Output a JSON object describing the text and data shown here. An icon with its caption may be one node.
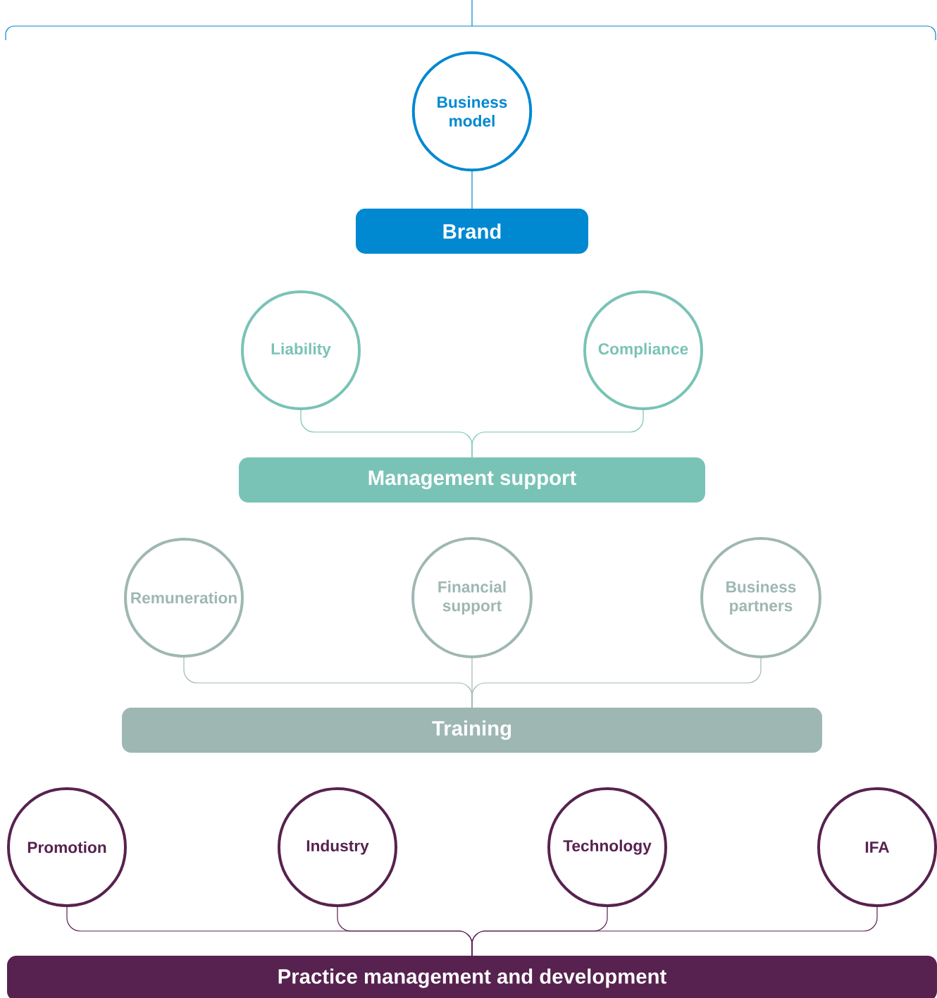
{
  "diagram": {
    "nodes": [
      {
        "text": [
          "Business model"
        ]
      },
      {
        "text": [
          "Brand"
        ]
      },
      {
        "text": [
          "Liability"
        ]
      },
      {
        "text": [
          "Compliance"
        ]
      },
      {
        "text": [
          "Management support"
        ]
      },
      {
        "text": [
          "Remuneration"
        ]
      },
      {
        "text": [
          "Financial support"
        ]
      },
      {
        "text": [
          "Business partners"
        ]
      },
      {
        "text": [
          "Training"
        ]
      },
      {
        "text": [
          "Promotion"
        ]
      },
      {
        "text": [
          "Industry"
        ]
      },
      {
        "text": [
          "Technology"
        ]
      },
      {
        "text": [
          "IFA"
        ]
      },
      {
        "text": [
          "Practice management and development"
        ]
      }
    ],
    "edges": [
      {
        "from": 0,
        "to": 1,
        "arrow": "none",
        "color": "#0088d1"
      },
      {
        "from": 2,
        "to": 4,
        "arrow": "none",
        "color": "#79c3b6"
      },
      {
        "from": 3,
        "to": 4,
        "arrow": "none",
        "color": "#79c3b6"
      },
      {
        "from": 5,
        "to": 8,
        "arrow": "none",
        "color": "#9eb7b3"
      },
      {
        "from": 6,
        "to": 8,
        "arrow": "none",
        "color": "#9eb7b3"
      },
      {
        "from": 7,
        "to": 8,
        "arrow": "none",
        "color": "#9eb7b3"
      },
      {
        "from": 9,
        "to": 13,
        "arrow": "none"
      },
      {
        "from": 10,
        "to": 13,
        "arrow": "none"
      },
      {
        "from": 11,
        "to": 13,
        "arrow": "none"
      },
      {
        "from": 12,
        "to": 13,
        "arrow": "none"
      }
    ]
  }
}
